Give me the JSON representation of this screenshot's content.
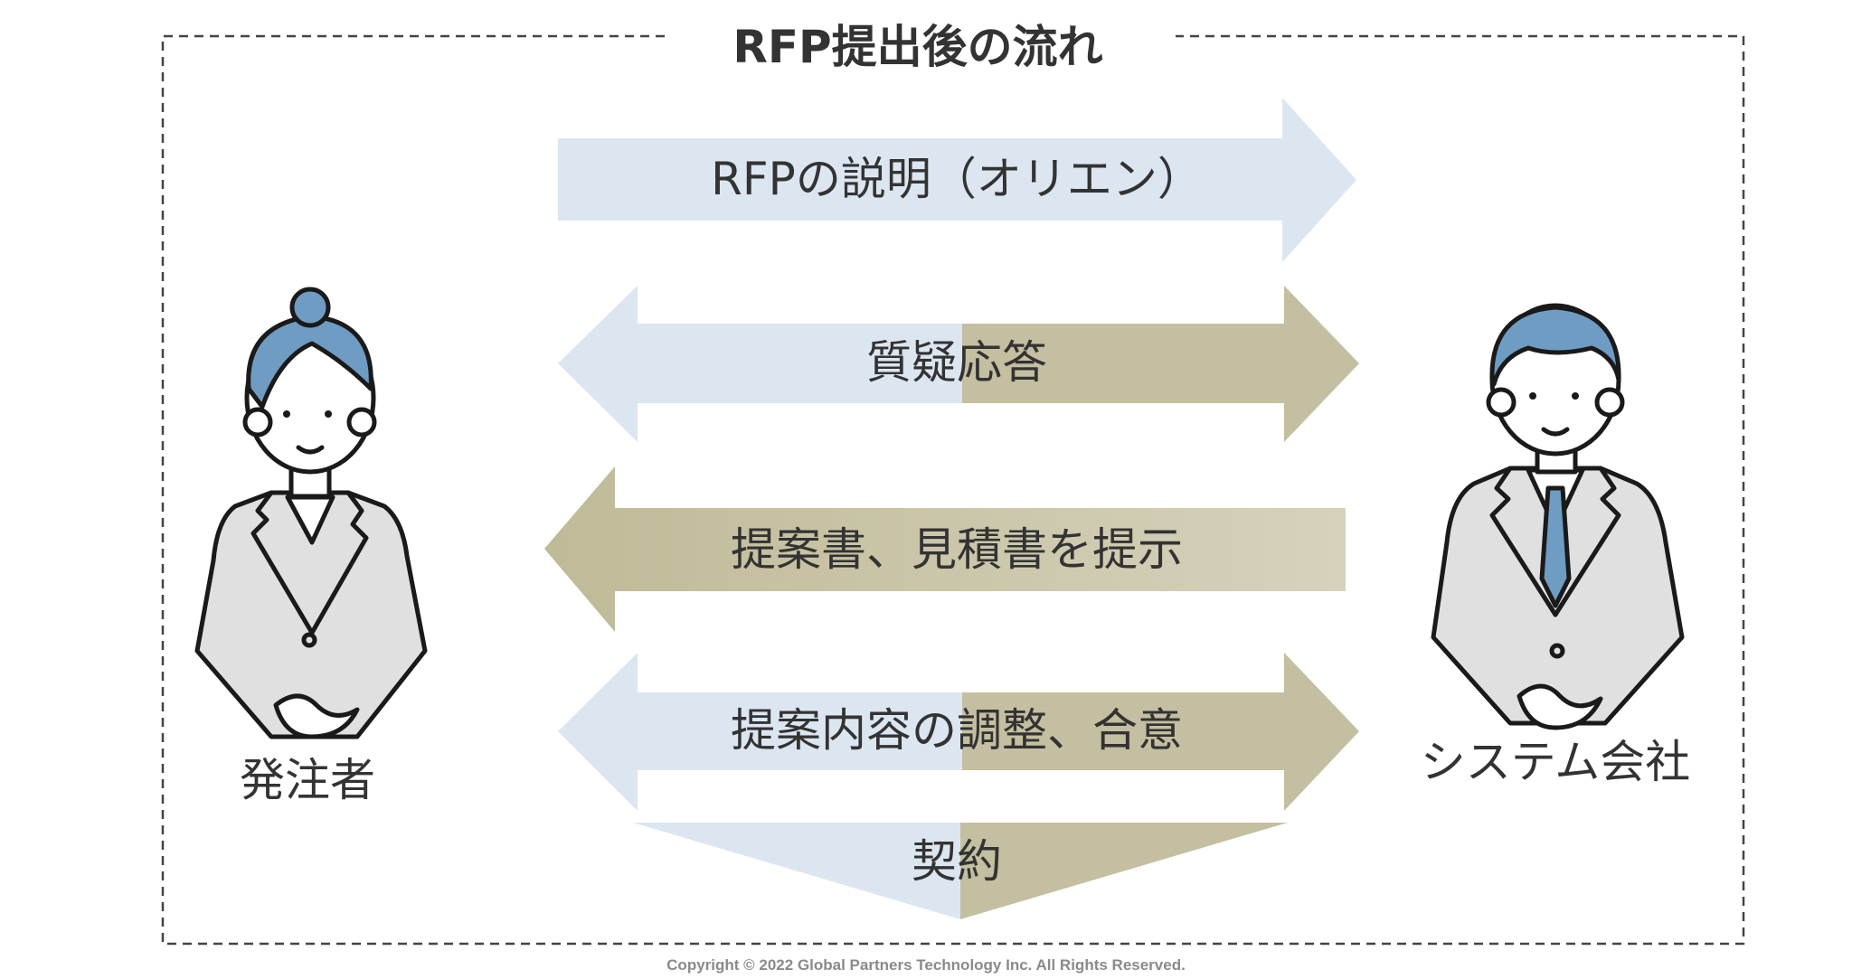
{
  "title": "RFP提出後の流れ",
  "client": {
    "label": "発注者"
  },
  "vendor": {
    "label": "システム会社"
  },
  "steps": [
    {
      "label": "RFPの説明（オリエン）",
      "direction": "client-to-vendor"
    },
    {
      "label": "質疑応答",
      "direction": "both"
    },
    {
      "label": "提案書、見積書を提示",
      "direction": "vendor-to-client"
    },
    {
      "label": "提案内容の調整、合意",
      "direction": "both"
    },
    {
      "label": "契約",
      "direction": "converge"
    }
  ],
  "colors": {
    "client_side": "#dce6f1",
    "vendor_side": "#c4bfa0",
    "hair": "#6e9cc2",
    "suit": "#e0e0e0",
    "border": "#444444",
    "text": "#333333"
  },
  "copyright": "Copyright © 2022 Global Partners Technology Inc. All Rights Reserved."
}
